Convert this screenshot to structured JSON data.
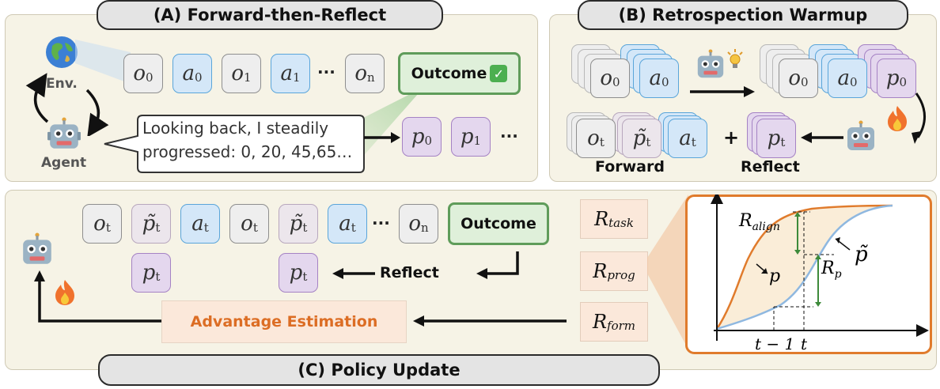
{
  "panels": {
    "a": {
      "title": "(A) Forward-then-Reflect"
    },
    "b": {
      "title": "(B) Retrospection Warmup"
    },
    "c": {
      "title": "(C) Policy Update"
    }
  },
  "panel_a": {
    "env_label": "Env.",
    "agent_label": "Agent",
    "tokens": [
      {
        "sym": "o",
        "sub": "0"
      },
      {
        "sym": "a",
        "sub": "0"
      },
      {
        "sym": "o",
        "sub": "1"
      },
      {
        "sym": "a",
        "sub": "1"
      },
      {
        "sym": "o",
        "sub": "n"
      }
    ],
    "dots": "···",
    "outcome_label": "Outcome",
    "outcome_mark": "✓",
    "speech_line1": "Looking back, I steadily",
    "speech_line2": "progressed: 0, 20, 45,65…",
    "progress_tokens": [
      {
        "sym": "p",
        "sub": "0"
      },
      {
        "sym": "p",
        "sub": "1"
      }
    ],
    "progress_dots": "···"
  },
  "panel_b": {
    "stack_left": [
      {
        "sym": "o",
        "sub": "0"
      },
      {
        "sym": "a",
        "sub": "0"
      }
    ],
    "stack_right": [
      {
        "sym": "o",
        "sub": "0"
      },
      {
        "sym": "a",
        "sub": "0"
      },
      {
        "sym": "p",
        "sub": "0"
      }
    ],
    "bottom_tokens": [
      {
        "sym": "o",
        "sub": "t"
      },
      {
        "sym": "p̃",
        "sub": "t"
      },
      {
        "sym": "a",
        "sub": "t"
      }
    ],
    "plus": "+",
    "reflect_token": {
      "sym": "p",
      "sub": "t"
    },
    "forward_label": "Forward",
    "reflect_label": "Reflect",
    "bulb_icon": "lightbulb-icon",
    "fire_icon": "fire-icon"
  },
  "panel_c": {
    "tokens": [
      {
        "sym": "o",
        "sub": "t"
      },
      {
        "sym": "p̃",
        "sub": "t"
      },
      {
        "sym": "a",
        "sub": "t"
      },
      {
        "sym": "o",
        "sub": "t"
      },
      {
        "sym": "p̃",
        "sub": "t"
      },
      {
        "sym": "a",
        "sub": "t"
      },
      {
        "sym": "o",
        "sub": "n"
      }
    ],
    "dots": "···",
    "outcome_label": "Outcome",
    "p_tokens": [
      {
        "sym": "p",
        "sub": "t"
      },
      {
        "sym": "p",
        "sub": "t"
      }
    ],
    "reflect_label": "Reflect",
    "advantage_label": "Advantage Estimation",
    "rewards": [
      {
        "sym": "R",
        "sub": "task"
      },
      {
        "sym": "R",
        "sub": "prog"
      },
      {
        "sym": "R",
        "sub": "form"
      }
    ],
    "graph": {
      "r_align": {
        "sym": "R",
        "sub": "align"
      },
      "r_p": {
        "sym": "R",
        "sub": "p"
      },
      "p_label": "p",
      "p_tilde_label": "p̃",
      "t_minus_1": "t − 1",
      "t": "t"
    }
  },
  "colors": {
    "panel_bg": "#f6f3e6",
    "obs": "#eeeeee",
    "action": "#d4e7f8",
    "progress": "#e4d7ee",
    "outcome_border": "#5f9c5a",
    "accent_orange": "#dc6d24",
    "curve_blue": "#8fb8e0"
  }
}
